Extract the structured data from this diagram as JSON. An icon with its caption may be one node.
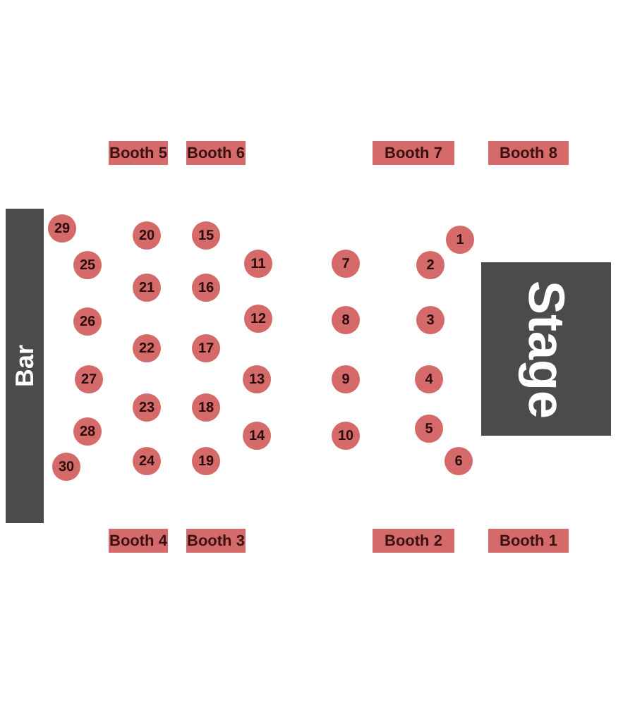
{
  "diagram": {
    "nodes": [
      {
        "text": [
          "Booth 5"
        ]
      },
      {
        "text": [
          "Booth 6"
        ]
      },
      {
        "text": [
          "Booth 7"
        ]
      },
      {
        "text": [
          "Booth 8"
        ]
      },
      {
        "text": [
          "Bar"
        ]
      },
      {
        "text": [
          "Stage"
        ]
      },
      {
        "text": [
          "1"
        ]
      },
      {
        "text": [
          "2"
        ]
      },
      {
        "text": [
          "3"
        ]
      },
      {
        "text": [
          "4"
        ]
      },
      {
        "text": [
          "5"
        ]
      },
      {
        "text": [
          "6"
        ]
      },
      {
        "text": [
          "7"
        ]
      },
      {
        "text": [
          "8"
        ]
      },
      {
        "text": [
          "9"
        ]
      },
      {
        "text": [
          "10"
        ]
      },
      {
        "text": [
          "11"
        ]
      },
      {
        "text": [
          "12"
        ]
      },
      {
        "text": [
          "13"
        ]
      },
      {
        "text": [
          "14"
        ]
      },
      {
        "text": [
          "15"
        ]
      },
      {
        "text": [
          "16"
        ]
      },
      {
        "text": [
          "17"
        ]
      },
      {
        "text": [
          "18"
        ]
      },
      {
        "text": [
          "19"
        ]
      },
      {
        "text": [
          "20"
        ]
      },
      {
        "text": [
          "21"
        ]
      },
      {
        "text": [
          "22"
        ]
      },
      {
        "text": [
          "23"
        ]
      },
      {
        "text": [
          "24"
        ]
      },
      {
        "text": [
          "25"
        ]
      },
      {
        "text": [
          "26"
        ]
      },
      {
        "text": [
          "27"
        ]
      },
      {
        "text": [
          "28"
        ]
      },
      {
        "text": [
          "29"
        ]
      },
      {
        "text": [
          "30"
        ]
      },
      {
        "text": [
          "Booth 4"
        ]
      },
      {
        "text": [
          "Booth 3"
        ]
      },
      {
        "text": [
          "Booth 2"
        ]
      },
      {
        "text": [
          "Booth 1"
        ]
      }
    ]
  }
}
